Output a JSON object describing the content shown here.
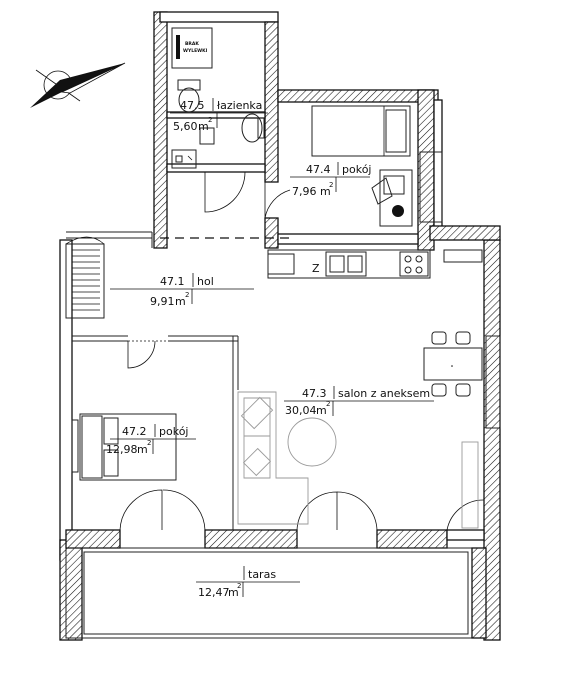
{
  "rooms": [
    {
      "id": "47.5",
      "name": "łazienka",
      "area": "5,60",
      "unit": "m",
      "exp": "2"
    },
    {
      "id": "47.4",
      "name": "pokój",
      "area": "7,96",
      "unit": "m",
      "exp": "2"
    },
    {
      "id": "47.1",
      "name": "hol",
      "area": "9,91",
      "unit": "m",
      "exp": "2"
    },
    {
      "id": "47.3",
      "name": "salon z aneksem",
      "area": "30,04",
      "unit": "m",
      "exp": "2"
    },
    {
      "id": "47.2",
      "name": "pokój",
      "area": "12,98",
      "unit": "m",
      "exp": "2"
    },
    {
      "id": "",
      "name": "taras",
      "area": "12,47",
      "unit": "m",
      "exp": "2"
    }
  ],
  "notes": {
    "bath_note_line1": "BRAK",
    "bath_note_line2": "WYLEWKI",
    "fridge_letter": "Z"
  },
  "colors": {
    "lines": "#111111",
    "furniture": "#9a9a9a",
    "background": "#ffffff"
  },
  "icons": {
    "north": "north-arrow-icon"
  }
}
